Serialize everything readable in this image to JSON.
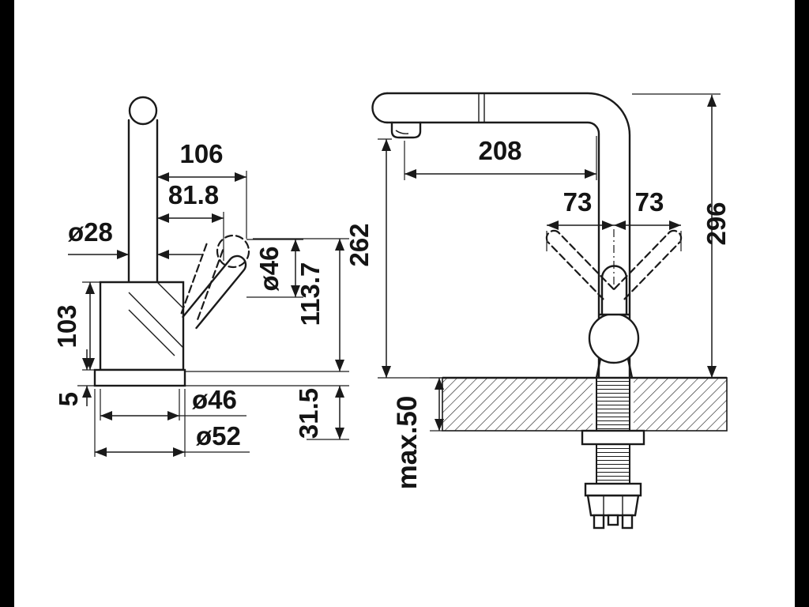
{
  "drawing": {
    "kind": "faucet-dimension-drawing",
    "colors": {
      "line": "#1a1a1a",
      "background": "#ffffff",
      "edge_bar": "#000000"
    },
    "side_view": {
      "dims": {
        "reach_top": "106",
        "reach_mid": "81.8",
        "pipe_diameter": "ø28",
        "body_height": "103",
        "base_plate": "5",
        "base_diameter": "ø46",
        "base_outer_diameter": "ø52",
        "below_offset": "31.5",
        "lever_knob_diameter": "ø46",
        "lever_height": "113.7"
      }
    },
    "front_view": {
      "dims": {
        "spout_reach": "208",
        "spout_height": "262",
        "total_height": "296",
        "lever_swing_left": "73",
        "lever_swing_right": "73",
        "max_counter_thickness": "max.50"
      }
    }
  }
}
